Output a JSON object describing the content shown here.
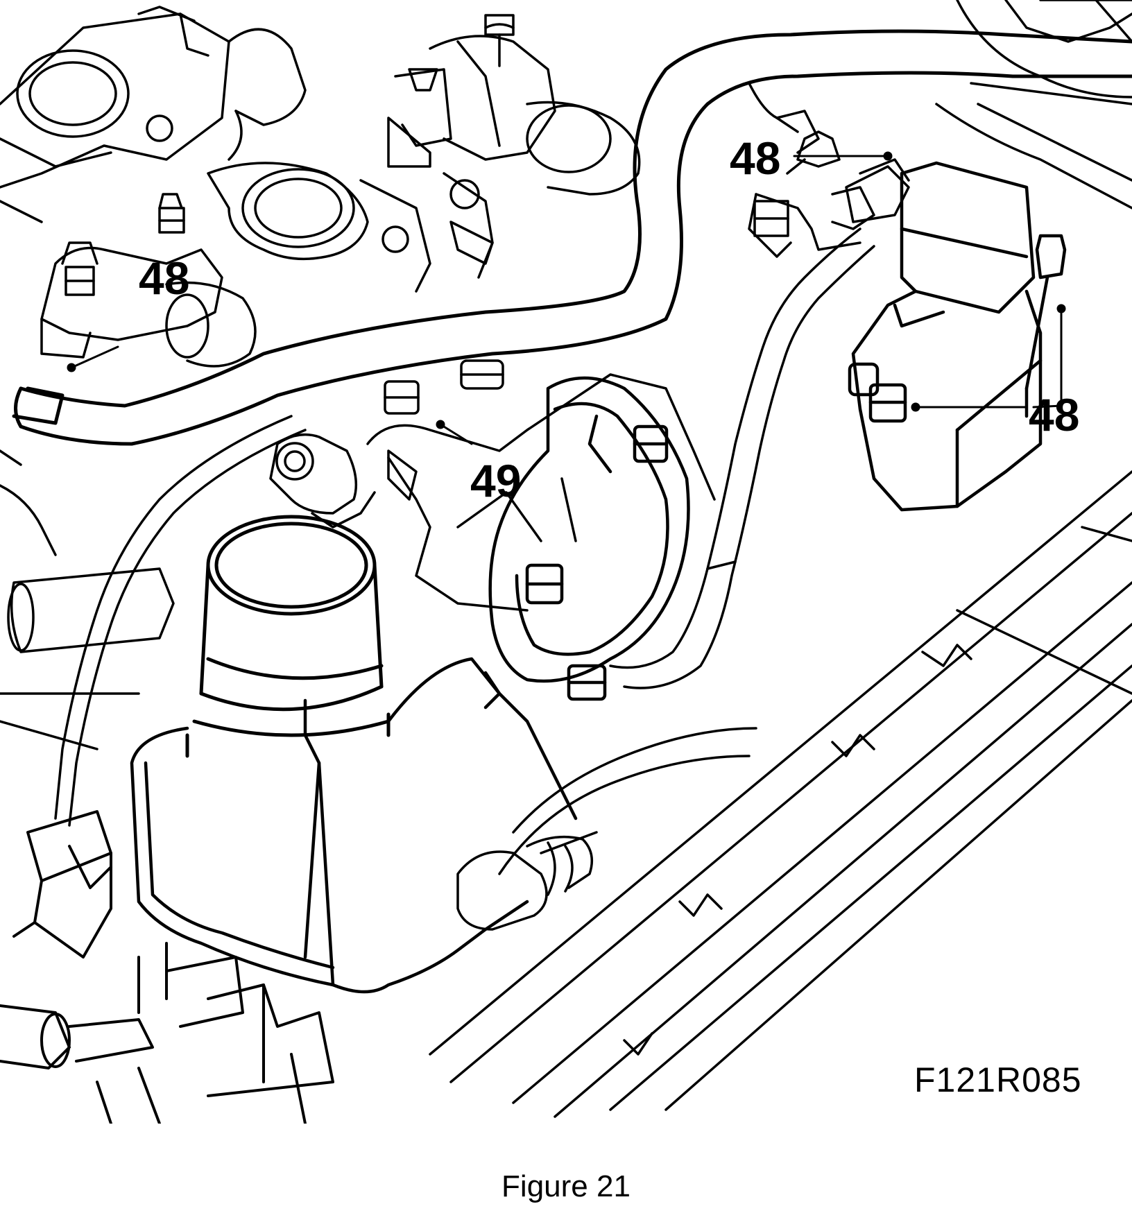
{
  "callouts": {
    "c1": "48",
    "c2": "48",
    "c3": "48",
    "c4": "49"
  },
  "figure": {
    "code": "F121R085",
    "caption": "Figure 21"
  },
  "colors": {
    "ink": "#000000",
    "paper": "#ffffff"
  }
}
